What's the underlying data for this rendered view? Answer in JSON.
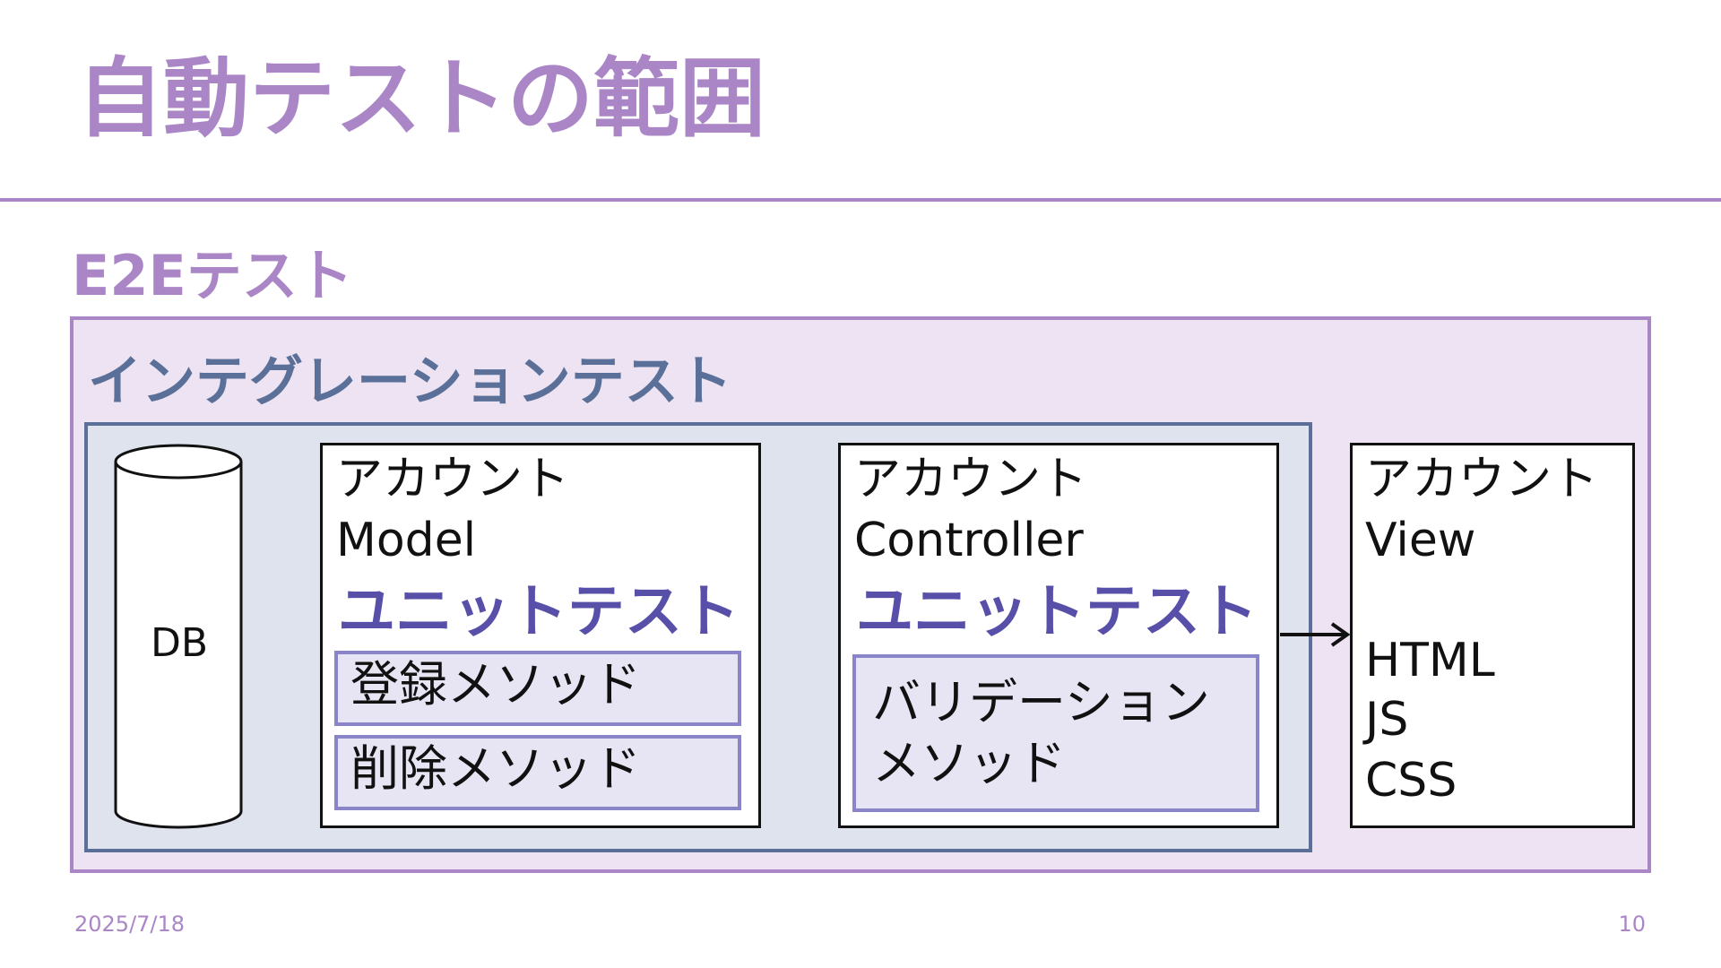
{
  "slide": {
    "title": "自動テストの範囲",
    "date": "2025/7/18",
    "page_number": "10"
  },
  "e2e": {
    "label": "E2Eテスト"
  },
  "integration": {
    "label": "インテグレーションテスト"
  },
  "db": {
    "label": "DB"
  },
  "model_card": {
    "line1": "アカウント",
    "line2": "Model",
    "unit_label": "ユニットテスト",
    "methods": [
      "登録メソッド",
      "削除メソッド"
    ]
  },
  "controller_card": {
    "line1": "アカウント",
    "line2": "Controller",
    "unit_label": "ユニットテスト",
    "method_line1": "バリデーション",
    "method_line2": "メソッド"
  },
  "view_card": {
    "line1": "アカウント",
    "line2": "View",
    "tech": [
      "HTML",
      "JS",
      "CSS"
    ]
  },
  "colors": {
    "accent_purple": "#ab86c7",
    "e2e_fill": "#ede3f2",
    "integration_blue": "#5b7098",
    "integration_fill": "#dfe3ee",
    "unit_label_indigo": "#5850a8",
    "method_border": "#8a84c8",
    "method_fill": "#e7e5f4"
  }
}
